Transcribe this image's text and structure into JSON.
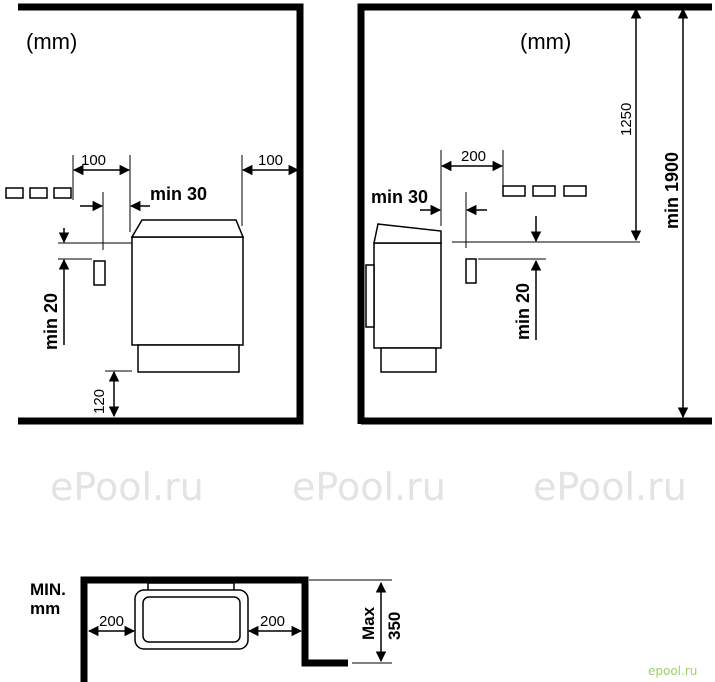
{
  "left": {
    "unit": "(mm)",
    "dim_top_left": "100",
    "dim_top_right": "100",
    "min_side": "min 30",
    "min_sensor": "min 20",
    "floor_gap": "120"
  },
  "right": {
    "unit": "(mm)",
    "dim_top": "200",
    "min_side": "min 30",
    "min_sensor": "min 20",
    "height_sensor": "1250",
    "height_total": "min 1900"
  },
  "bottom": {
    "label_line1": "MIN.",
    "label_line2": "mm",
    "dim_left": "200",
    "dim_right": "200",
    "depth_word": "Max",
    "depth_value": "350"
  },
  "watermarks": [
    "ePool.ru",
    "ePool.ru",
    "ePool.ru"
  ],
  "corner_mark": "epool.ru"
}
